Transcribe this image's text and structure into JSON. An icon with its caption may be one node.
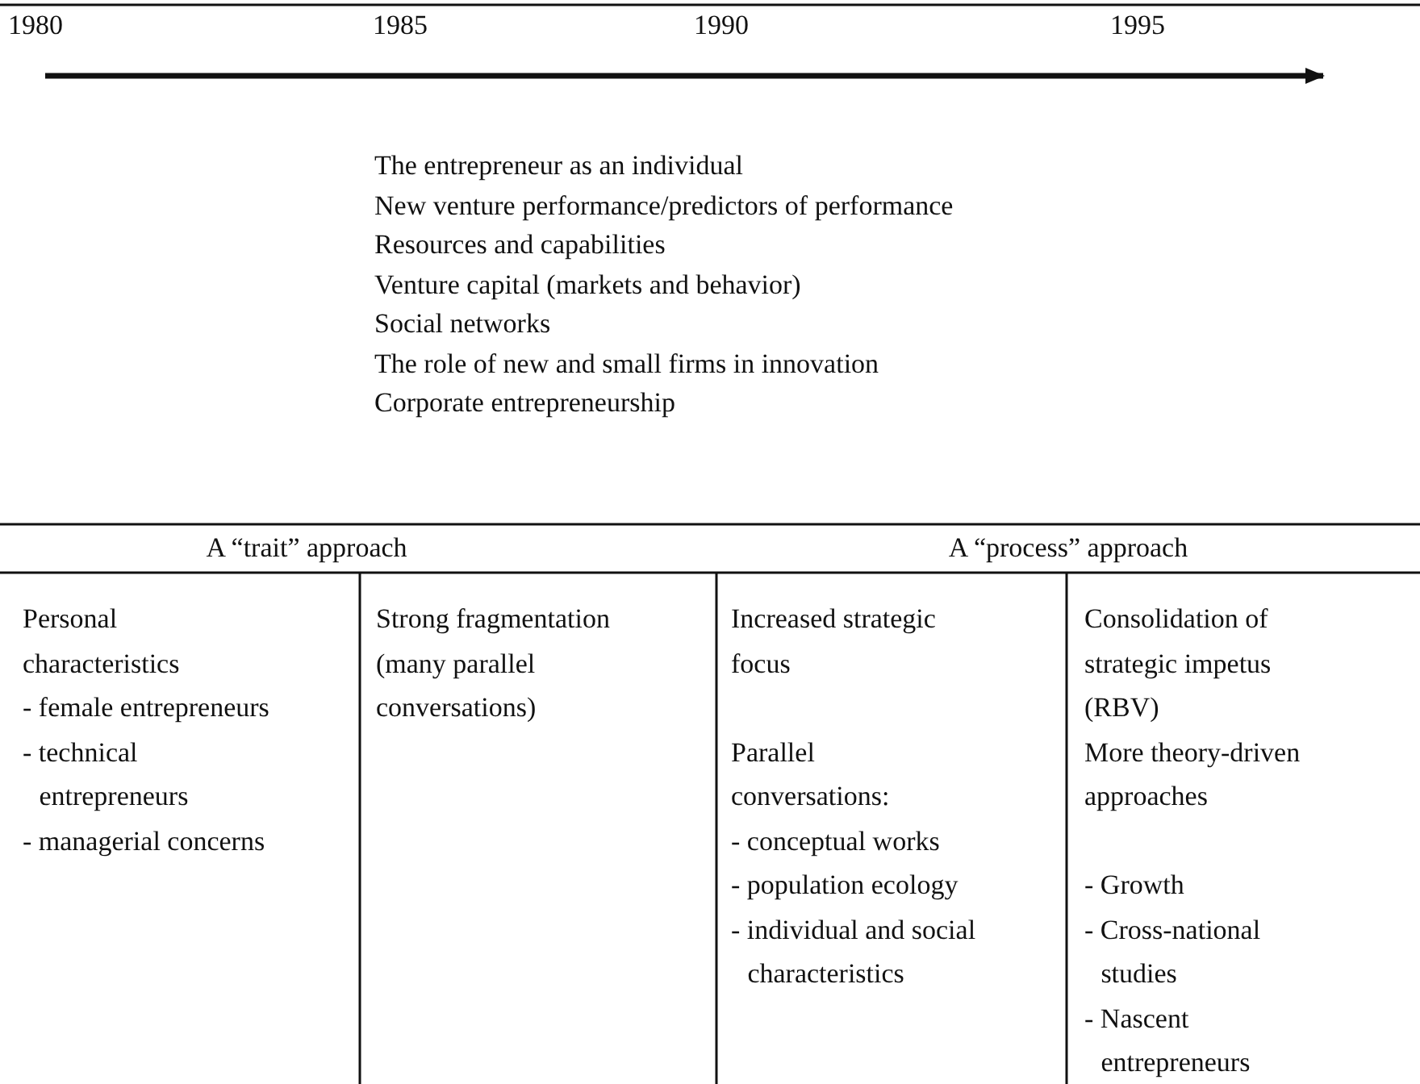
{
  "diagram": {
    "labels": [
      "1980",
      "1985",
      "1990",
      "1995",
      "The entrepreneur as an individual",
      "New venture performance/predictors of performance",
      "Resources and capabilities",
      "Venture capital (markets and behavior)",
      "Social networks",
      "The role of new and small firms in innovation",
      "Corporate entrepreneurship",
      "A “trait” approach",
      "A “process” approach",
      "Personal characteristics",
      "- female entrepreneurs",
      "- technical entrepreneurs",
      "- managerial concerns",
      "Strong fragmentation (many parallel conversations)",
      "Increased strategic focus",
      "Parallel conversations:",
      "- conceptual works",
      "- population ecology",
      "- individual and social characteristics",
      "Consolidation of strategic impetus (RBV)",
      "More theory-driven approaches",
      "- Growth",
      "- Cross-national studies",
      "- Nascent entrepreneurs"
    ]
  }
}
